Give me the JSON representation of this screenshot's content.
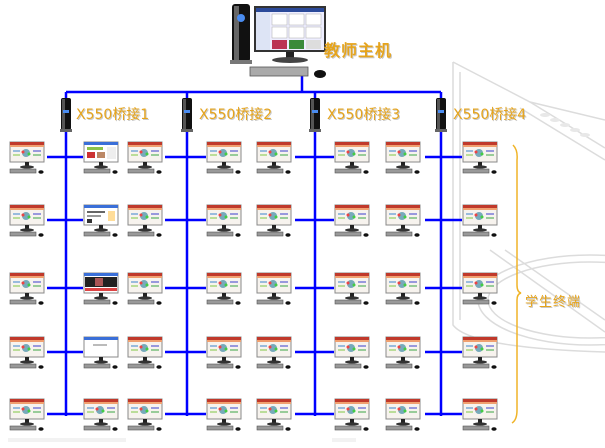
{
  "diagram": {
    "title": "教师机与学生终端网络拓扑",
    "teacher": {
      "label": "教师主机",
      "icon": "desktop-computer-icon"
    },
    "bridges": [
      {
        "label": "X550桥接1",
        "icon": "tower-server-icon"
      },
      {
        "label": "X550桥接2",
        "icon": "tower-server-icon"
      },
      {
        "label": "X550桥接3",
        "icon": "tower-server-icon"
      },
      {
        "label": "X550桥接4",
        "icon": "tower-server-icon"
      }
    ],
    "student_group": {
      "label": "学生终端",
      "rows": 5,
      "per_row": 8
    },
    "colors": {
      "link": "#0000ff",
      "label": "#e6a41c",
      "bracket": "#f0b428",
      "background_outline": "#d8d8d8"
    }
  }
}
